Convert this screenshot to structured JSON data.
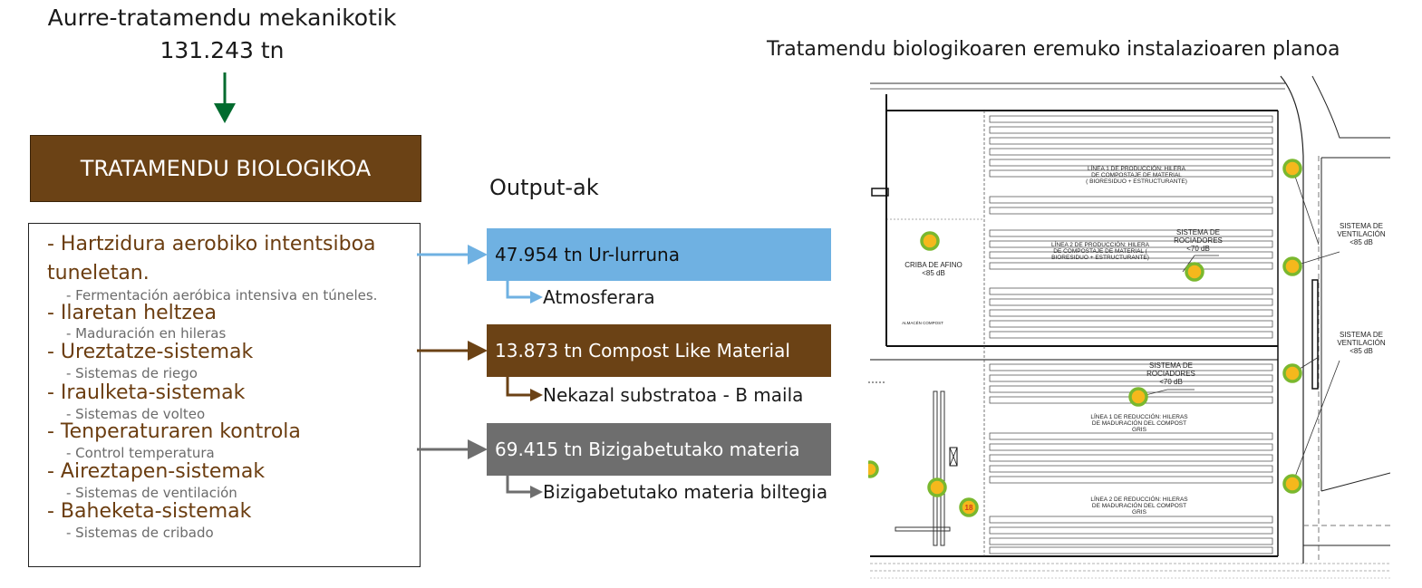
{
  "input": {
    "title": "Aurre-tratamendu mekanikotik",
    "value": "131.243 tn"
  },
  "main_box": {
    "label": "TRATAMENDU BIOLOGIKOA"
  },
  "processes": [
    {
      "main": "- Hartzidura aerobiko intentsiboa",
      "main2": "tuneletan.",
      "sub": "- Fermentación aeróbica intensiva en túneles."
    },
    {
      "main": "- Ilaretan heltzea",
      "sub": "- Maduración en hileras"
    },
    {
      "main": "- Ureztatze-sistemak",
      "sub": "- Sistemas de riego"
    },
    {
      "main": "- Iraulketa-sistemak",
      "sub": "- Sistemas de volteo"
    },
    {
      "main": "- Tenperaturaren kontrola",
      "sub": "- Control temperatura"
    },
    {
      "main": "- Aireztapen-sistemak",
      "sub": "- Sistemas de ventilación"
    },
    {
      "main": "- Baheketa-sistemak",
      "sub": "- Sistemas de cribado"
    }
  ],
  "outputs_title": "Output-ak",
  "outputs": [
    {
      "label": "47.954 tn  Ur-lurruna",
      "destination": "Atmosferara",
      "color": "#6fb1e2"
    },
    {
      "label": "13.873 tn Compost Like Material",
      "destination": "Nekazal substratoa - B maila",
      "color": "#6b4215"
    },
    {
      "label": "69.415 tn Bizigabetutako materia",
      "destination": "Bizigabetutako materia biltegia",
      "color": "#6e6e6e"
    }
  ],
  "colors": {
    "arrow_green": "#006b2e",
    "brown": "#6b4215",
    "blue": "#6fb1e2",
    "grey": "#6e6e6e",
    "marker": "#f5b81c",
    "marker_ring": "#7ab82e"
  },
  "plan": {
    "title": "Tratamendu biologikoaren eremuko instalazioaren planoa",
    "labels": {
      "line1_prod": [
        "LÍNEA 1 DE PRODUCCIÓN: HILERA",
        "DE COMPOSTAJE DE MATERIAL",
        "( BIORESIDUO + ESTRUCTURANTE)"
      ],
      "line2_prod": [
        "LÍNEA 2 DE PRODUCCIÓN: HILERA",
        "DE COMPOSTAJE DE MATERIAL (",
        "BIORESIDUO + ESTRUCTURANTE)"
      ],
      "line1_red": [
        "LÍNEA 1 DE REDUCCIÓN: HILERAS",
        "DE MADURACIÓN DEL COMPOST",
        "GRIS"
      ],
      "line2_red": [
        "LÍNEA 2 DE REDUCCIÓN: HILERAS",
        "DE MADURACIÓN DEL COMPOST",
        "GRIS"
      ],
      "sprinklers_1": [
        "SISTEMA DE",
        "ROCIADORES",
        "<70 dB"
      ],
      "sprinklers_2": [
        "SISTEMA DE",
        "ROCIADORES",
        "<70 dB"
      ],
      "vent_1": [
        "SISTEMA DE",
        "VENTILACIÓN",
        "<85 dB"
      ],
      "vent_2": [
        "SISTEMA DE",
        "VENTILACIÓN",
        "<85 dB"
      ],
      "sieve": [
        "CRIBA DE AFINO",
        "<85 dB"
      ],
      "storage": "ALMACÉN COMPOST",
      "marker_18": "18"
    }
  }
}
